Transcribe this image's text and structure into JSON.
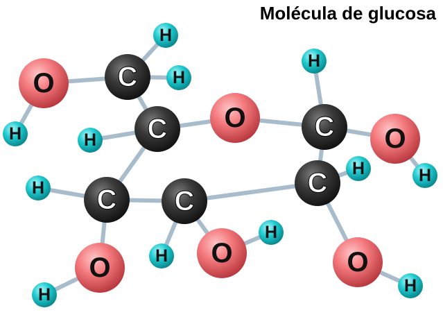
{
  "title": "Molécula de glucosa",
  "colors": {
    "carbon": "#2e2e2e",
    "oxygen": "#f06e72",
    "hydrogen": "#18c8cc",
    "bond": "#a8bccc",
    "label_light": "#ffffff",
    "label_dark": "#111111"
  },
  "atoms": [
    {
      "id": "o6",
      "element": "oxygen",
      "label": "O"
    },
    {
      "id": "h6o",
      "element": "hydrogen",
      "label": "H"
    },
    {
      "id": "c6",
      "element": "carbon",
      "label": "C"
    },
    {
      "id": "h6a",
      "element": "hydrogen",
      "label": "H"
    },
    {
      "id": "h6b",
      "element": "hydrogen",
      "label": "H"
    },
    {
      "id": "c5",
      "element": "carbon",
      "label": "C"
    },
    {
      "id": "h5",
      "element": "hydrogen",
      "label": "H"
    },
    {
      "id": "o5",
      "element": "oxygen",
      "label": "O"
    },
    {
      "id": "c1",
      "element": "carbon",
      "label": "C"
    },
    {
      "id": "h1",
      "element": "hydrogen",
      "label": "H"
    },
    {
      "id": "o1",
      "element": "oxygen",
      "label": "O"
    },
    {
      "id": "h1o",
      "element": "hydrogen",
      "label": "H"
    },
    {
      "id": "c4",
      "element": "carbon",
      "label": "C"
    },
    {
      "id": "h4",
      "element": "hydrogen",
      "label": "H"
    },
    {
      "id": "o4",
      "element": "oxygen",
      "label": "O"
    },
    {
      "id": "h4o",
      "element": "hydrogen",
      "label": "H"
    },
    {
      "id": "c3",
      "element": "carbon",
      "label": "C"
    },
    {
      "id": "h3",
      "element": "hydrogen",
      "label": "H"
    },
    {
      "id": "o3",
      "element": "oxygen",
      "label": "O"
    },
    {
      "id": "h3o",
      "element": "hydrogen",
      "label": "H"
    },
    {
      "id": "c2",
      "element": "carbon",
      "label": "C"
    },
    {
      "id": "h2",
      "element": "hydrogen",
      "label": "H"
    },
    {
      "id": "o2",
      "element": "oxygen",
      "label": "O"
    },
    {
      "id": "h2o",
      "element": "hydrogen",
      "label": "H"
    }
  ],
  "bonds": [
    [
      "o6",
      "h6o"
    ],
    [
      "o6",
      "c6"
    ],
    [
      "c6",
      "h6a"
    ],
    [
      "c6",
      "h6b"
    ],
    [
      "c6",
      "c5"
    ],
    [
      "c5",
      "h5"
    ],
    [
      "c5",
      "o5"
    ],
    [
      "c5",
      "c4"
    ],
    [
      "o5",
      "c1"
    ],
    [
      "c1",
      "h1"
    ],
    [
      "c1",
      "o1"
    ],
    [
      "o1",
      "h1o"
    ],
    [
      "c1",
      "c2"
    ],
    [
      "c4",
      "h4"
    ],
    [
      "c4",
      "o4"
    ],
    [
      "o4",
      "h4o"
    ],
    [
      "c4",
      "c3"
    ],
    [
      "c3",
      "h3"
    ],
    [
      "c3",
      "o3"
    ],
    [
      "o3",
      "h3o"
    ],
    [
      "c3",
      "c2"
    ],
    [
      "c2",
      "h2"
    ],
    [
      "c2",
      "o2"
    ],
    [
      "o2",
      "h2o"
    ]
  ]
}
